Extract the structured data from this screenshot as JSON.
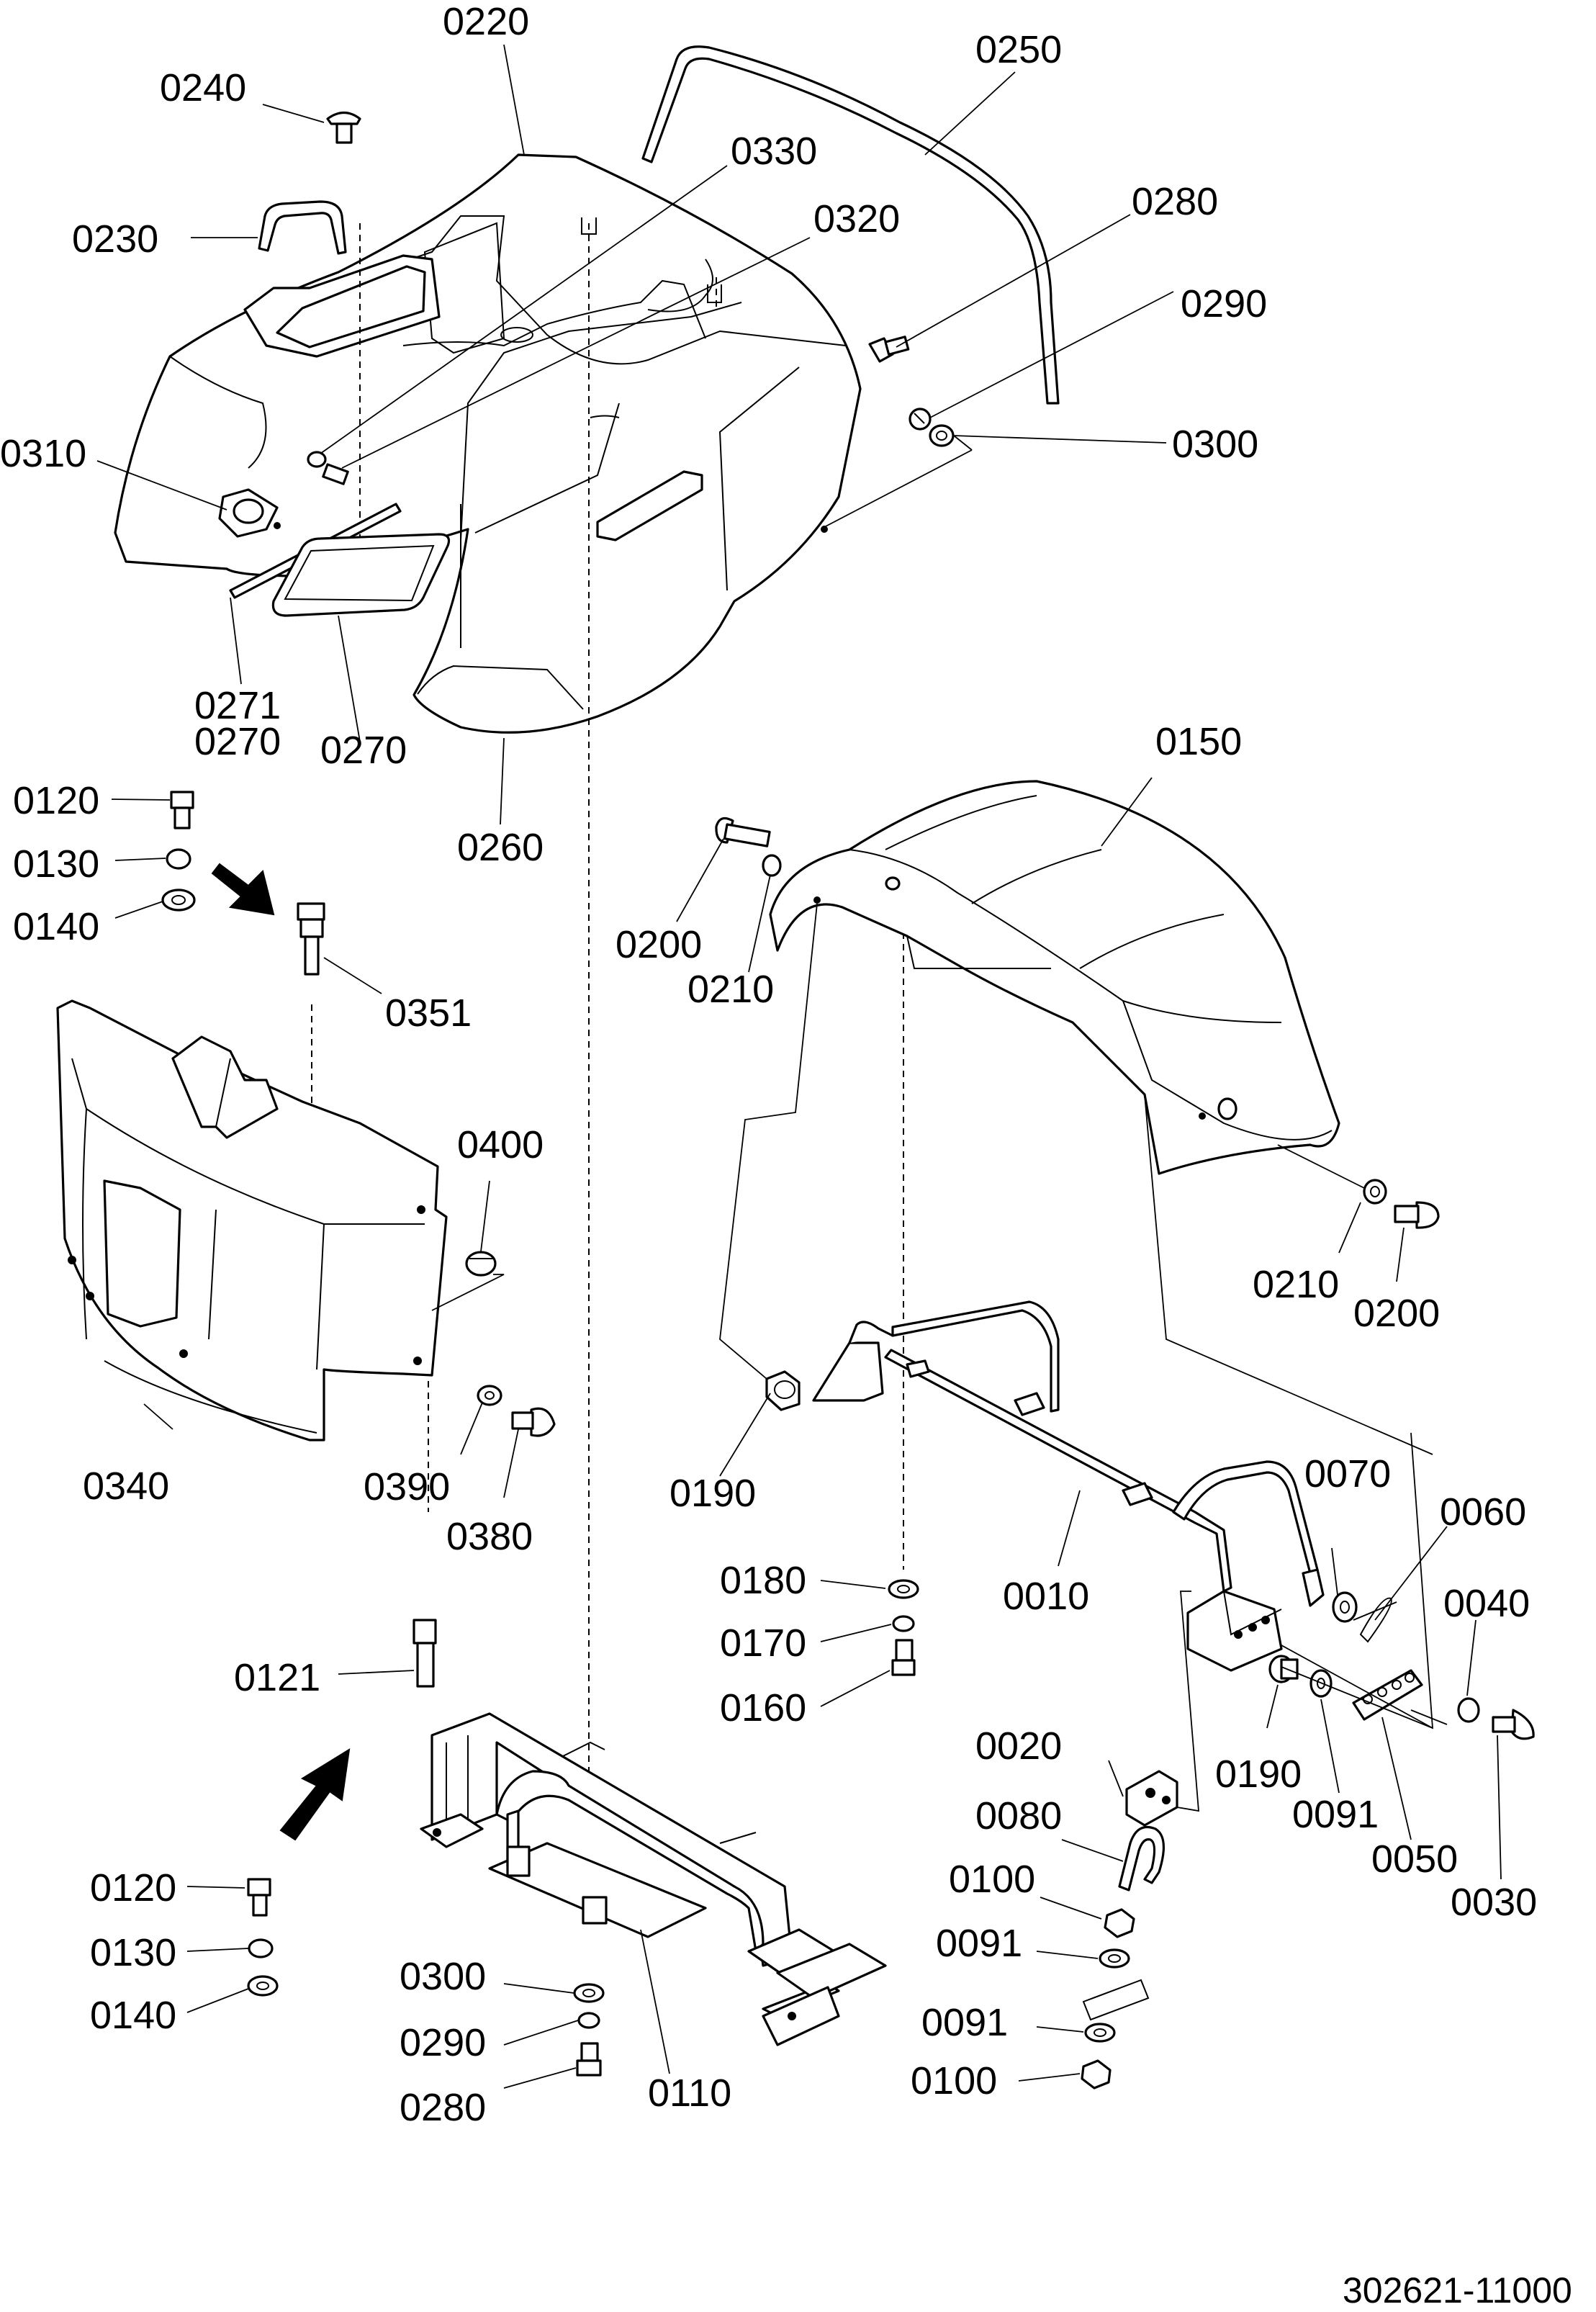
{
  "drawing_number": "302621-11000",
  "parts": {
    "p0220": "0220",
    "p0240": "0240",
    "p0250": "0250",
    "p0330": "0330",
    "p0320": "0320",
    "p0230": "0230",
    "p0280_top": "0280",
    "p0290_top": "0290",
    "p0300_top": "0300",
    "p0310": "0310",
    "p0271": "0271",
    "p0270_a": "0270",
    "p0270_b": "0270",
    "p0260": "0260",
    "p0150": "0150",
    "p0120_a": "0120",
    "p0130_a": "0130",
    "p0140_a": "0140",
    "p0351": "0351",
    "p0200_a": "0200",
    "p0210_a": "0210",
    "p0400": "0400",
    "p0340": "0340",
    "p0390": "0390",
    "p0380": "0380",
    "p0210_b": "0210",
    "p0200_b": "0200",
    "p0190_a": "0190",
    "p0070": "0070",
    "p0060": "0060",
    "p0180": "0180",
    "p0010": "0010",
    "p0040": "0040",
    "p0170": "0170",
    "p0121": "0121",
    "p0160": "0160",
    "p0020": "0020",
    "p0190_b": "0190",
    "p0091_a": "0091",
    "p0050": "0050",
    "p0030": "0030",
    "p0080": "0080",
    "p0100_a": "0100",
    "p0120_b": "0120",
    "p0091_b": "0091",
    "p0130_b": "0130",
    "p0300_bot": "0300",
    "p0140_b": "0140",
    "p0091_c": "0091",
    "p0290_bot": "0290",
    "p0110": "0110",
    "p0100_b": "0100",
    "p0280_bot": "0280"
  }
}
